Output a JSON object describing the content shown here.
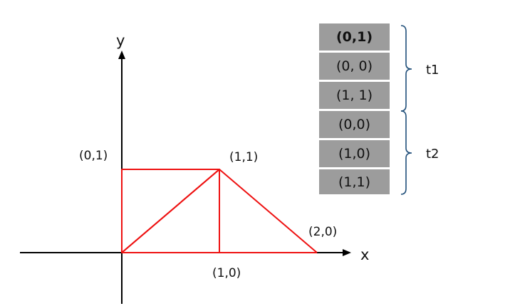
{
  "axes": {
    "x_label": "x",
    "y_label": "y"
  },
  "points": [
    {
      "label": "(0,1)",
      "x": 0,
      "y": 1
    },
    {
      "label": "(1,1)",
      "x": 1,
      "y": 1
    },
    {
      "label": "(2,0)",
      "x": 2,
      "y": 0
    },
    {
      "label": "(1,0)",
      "x": 1,
      "y": 0
    }
  ],
  "triangles": [
    {
      "name": "t1",
      "vertices": [
        [
          0,
          1
        ],
        [
          0,
          0
        ],
        [
          1,
          1
        ]
      ]
    },
    {
      "name": "t2",
      "vertices": [
        [
          0,
          0
        ],
        [
          1,
          0
        ],
        [
          1,
          1
        ]
      ]
    }
  ],
  "extra_segments": [
    {
      "from": [
        1,
        1
      ],
      "to": [
        2,
        0
      ]
    },
    {
      "from": [
        1,
        0
      ],
      "to": [
        2,
        0
      ]
    }
  ],
  "vertex_table": {
    "cells": [
      "(0,1)",
      "(0, 0)",
      "(1, 1)",
      "(0,0)",
      "(1,0)",
      "(1,1)"
    ],
    "groups": [
      {
        "label": "t1",
        "rows": [
          0,
          2
        ]
      },
      {
        "label": "t2",
        "rows": [
          3,
          5
        ]
      }
    ]
  },
  "colors": {
    "shape": "#ee1111",
    "axis": "#000000",
    "cell_fill": "#9c9c9c",
    "cell_border": "#ffffff",
    "brace": "#1f4e79"
  }
}
